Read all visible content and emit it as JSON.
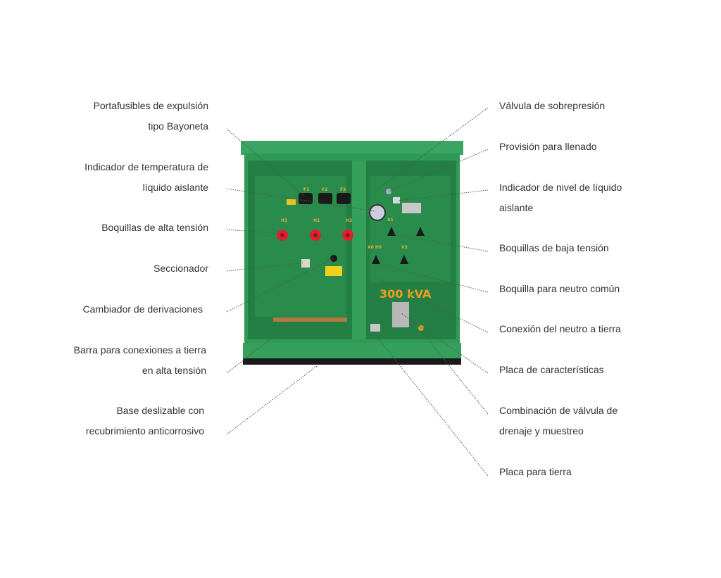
{
  "diagram": {
    "product_marking": "300 kVA",
    "terminal_marks": [
      "H1",
      "H2",
      "H3",
      "X1",
      "X0 H0",
      "X3",
      "F1",
      "F2",
      "F3"
    ],
    "left_labels": [
      {
        "id": "portafusibles",
        "lines": [
          "Portafusibles de expulsión",
          "tipo Bayoneta"
        ]
      },
      {
        "id": "indicador-temperatura",
        "lines": [
          "Indicador de temperatura de",
          "líquido aislante"
        ]
      },
      {
        "id": "boquillas-alta",
        "lines": [
          "Boquillas de alta tensión"
        ]
      },
      {
        "id": "seccionador",
        "lines": [
          "Seccionador"
        ]
      },
      {
        "id": "cambiador",
        "lines": [
          "Cambiador de derivaciones"
        ]
      },
      {
        "id": "barra-tierra",
        "lines": [
          "Barra para conexiones a tierra",
          "en alta tensión"
        ]
      },
      {
        "id": "base",
        "lines": [
          "Base deslizable con",
          "recubrimiento anticorrosivo"
        ]
      }
    ],
    "right_labels": [
      {
        "id": "valvula-sobrepresion",
        "lines": [
          "Válvula de sobrepresión"
        ]
      },
      {
        "id": "provision-llenado",
        "lines": [
          "Provisión para llenado"
        ]
      },
      {
        "id": "indicador-nivel",
        "lines": [
          "Indicador de nivel de líquido",
          "aislante"
        ]
      },
      {
        "id": "boquillas-baja",
        "lines": [
          "Boquillas de baja tensión"
        ]
      },
      {
        "id": "boquilla-neutro",
        "lines": [
          "Boquilla para neutro común"
        ]
      },
      {
        "id": "conexion-neutro",
        "lines": [
          "Conexión del neutro a tierra"
        ]
      },
      {
        "id": "placa-caracteristicas",
        "lines": [
          "Placa de características"
        ]
      },
      {
        "id": "valvula-drenaje",
        "lines": [
          "Combinación de válvula de",
          "drenaje y muestreo"
        ]
      },
      {
        "id": "placa-tierra",
        "lines": [
          "Placa para tierra"
        ]
      }
    ],
    "colors": {
      "body": "#2f9a55",
      "dark": "#1f7a3f",
      "text": "#333333",
      "marking": "#f0a020",
      "bushing": "#e02030"
    }
  }
}
